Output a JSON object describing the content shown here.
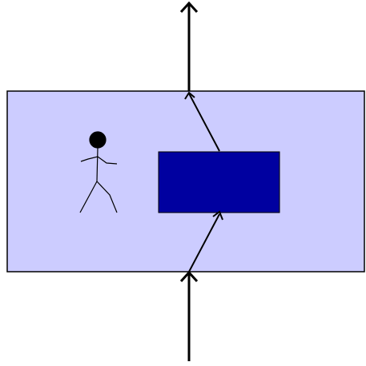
{
  "colors": {
    "background": "#ffffff",
    "region_fill": "#ccccff",
    "region_stroke": "#000000",
    "block_fill": "#0000a0",
    "block_stroke": "#000000",
    "ray": "#000000",
    "figure": "#000000"
  },
  "elements": {
    "region": "light-blue-rectangular-region",
    "block": "dark-blue-rectangle",
    "figure": "stick-figure-person",
    "ray": "upward-ray-with-arrowheads"
  }
}
